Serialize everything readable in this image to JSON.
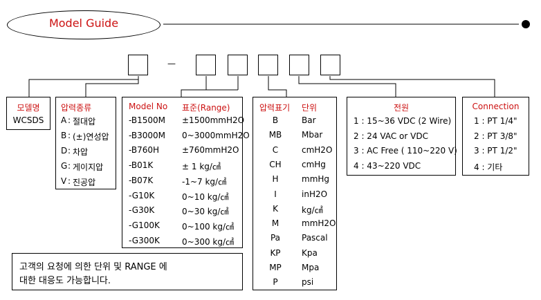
{
  "title": "Model Guide",
  "colors": {
    "accent": "#cc1111",
    "line": "#000000"
  },
  "code_slots": {
    "separator": "—"
  },
  "sections": {
    "model_name": {
      "header": "모델명",
      "value": "WCSDS"
    },
    "pressure_type": {
      "header": "압력종류",
      "items": [
        {
          "code": "A",
          "label": "절대압"
        },
        {
          "code": "B",
          "label": "(±)연성압"
        },
        {
          "code": "D",
          "label": "차압"
        },
        {
          "code": "G",
          "label": "게이지압"
        },
        {
          "code": "V",
          "label": "진공압"
        }
      ]
    },
    "model_range": {
      "header_model": "Model No",
      "header_range": "표준(Range)",
      "rows": [
        {
          "model": "-B1500M",
          "range": "±1500mmH2O"
        },
        {
          "model": "-B3000M",
          "range": "0~3000mmH2O"
        },
        {
          "model": "-B760H",
          "range": "±760mmH2O"
        },
        {
          "model": "-B01K",
          "range": "± 1 kg/㎠"
        },
        {
          "model": "-B07K",
          "range": "-1~7 kg/㎠"
        },
        {
          "model": "-G10K",
          "range": "0~10 kg/㎠"
        },
        {
          "model": "-G30K",
          "range": "0~30 kg/㎠"
        },
        {
          "model": "-G100K",
          "range": "0~100 kg/㎠"
        },
        {
          "model": "-G300K",
          "range": "0~300 kg/㎠"
        }
      ]
    },
    "unit": {
      "header_code": "압력표기",
      "header_unit": "단위",
      "rows": [
        {
          "code": "B",
          "unit": "Bar"
        },
        {
          "code": "MB",
          "unit": "Mbar"
        },
        {
          "code": "C",
          "unit": "cmH2O"
        },
        {
          "code": "CH",
          "unit": "cmHg"
        },
        {
          "code": "H",
          "unit": "mmHg"
        },
        {
          "code": "I",
          "unit": "inH2O"
        },
        {
          "code": "K",
          "unit": "kg/㎠"
        },
        {
          "code": "M",
          "unit": "mmH2O"
        },
        {
          "code": "Pa",
          "unit": "Pascal"
        },
        {
          "code": "KP",
          "unit": "Kpa"
        },
        {
          "code": "MP",
          "unit": "Mpa"
        },
        {
          "code": "P",
          "unit": "psi"
        }
      ]
    },
    "power": {
      "header": "전원",
      "items": [
        "1 : 15~36 VDC (2 Wire)",
        "2 : 24 VAC or VDC",
        "3 : AC Free ( 110~220 V)",
        "4 : 43~220 VDC"
      ]
    },
    "connection": {
      "header": "Connection",
      "items": [
        "1 : PT 1/4\"",
        "2 : PT 3/8\"",
        "3 : PT 1/2\"",
        "4 : 기타"
      ]
    }
  },
  "note": {
    "line1": "고객의 요청에 의한 단위 및 RANGE 에",
    "line2": "대한 대응도 가능합니다."
  }
}
